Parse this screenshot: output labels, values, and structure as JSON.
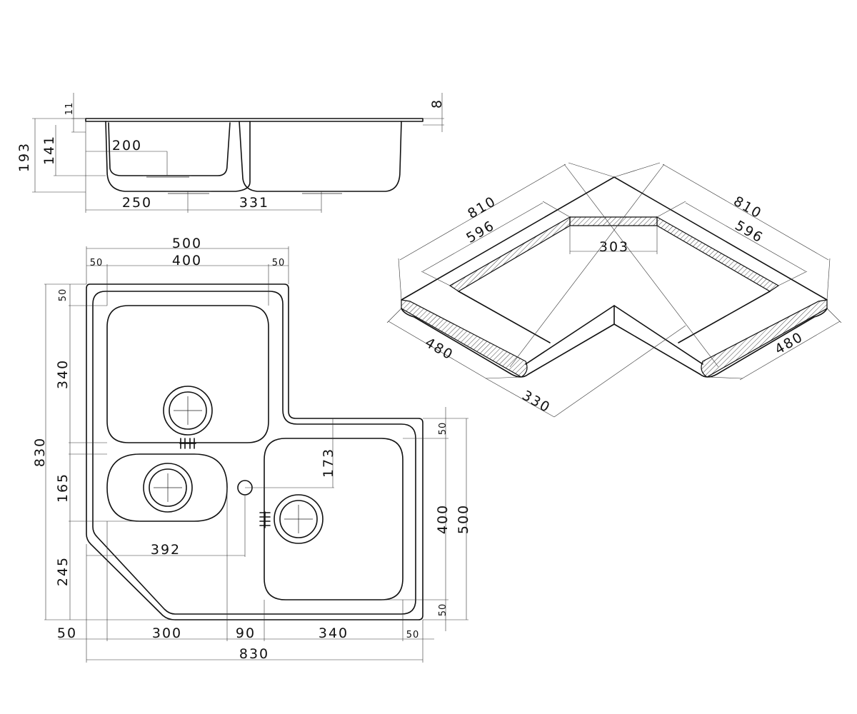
{
  "side_view": {
    "d11": "11",
    "d8": "8",
    "d193": "193",
    "d141": "141",
    "d200": "200",
    "d250": "250",
    "d331": "331"
  },
  "plan_view": {
    "d500": "500",
    "d400": "400",
    "d50_top_left": "50",
    "d50_top_right": "50",
    "d50_left_top": "50",
    "d340": "340",
    "d830_vertical": "830",
    "d165": "165",
    "d245": "245",
    "d173": "173",
    "d392": "392",
    "d50_right_top": "50",
    "d400_right": "400",
    "d500_right": "500",
    "d50_right_bottom": "50",
    "d50_bottom_left": "50",
    "d300": "300",
    "d90": "90",
    "d340_bottom": "340",
    "d50_bottom_right": "50",
    "d830_horizontal": "830"
  },
  "cutout_view": {
    "d810_left": "810",
    "d810_right": "810",
    "d596_left": "596",
    "d596_right": "596",
    "d303": "303",
    "d480_left": "480",
    "d480_right": "480",
    "d330": "330"
  }
}
